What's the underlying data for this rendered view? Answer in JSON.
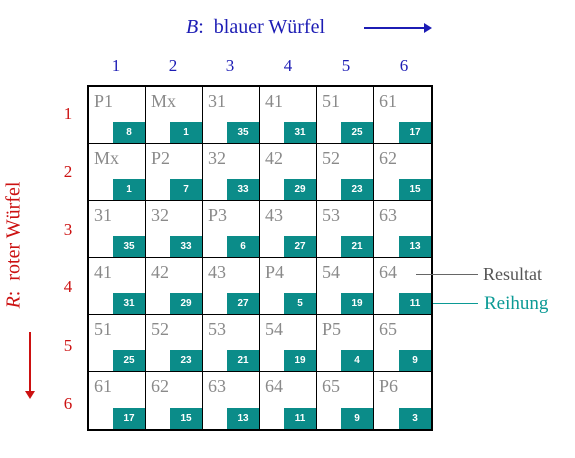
{
  "header": {
    "var": "B",
    "sep": ":",
    "text": "blauer Würfel"
  },
  "side": {
    "var": "R",
    "sep": ":",
    "text": "roter Würfel"
  },
  "column_numbers": [
    "1",
    "2",
    "3",
    "4",
    "5",
    "6"
  ],
  "row_numbers": [
    "1",
    "2",
    "3",
    "4",
    "5",
    "6"
  ],
  "grid": [
    [
      {
        "result": "P1",
        "rank": "8"
      },
      {
        "result": "Mx",
        "rank": "1"
      },
      {
        "result": "31",
        "rank": "35"
      },
      {
        "result": "41",
        "rank": "31"
      },
      {
        "result": "51",
        "rank": "25"
      },
      {
        "result": "61",
        "rank": "17"
      }
    ],
    [
      {
        "result": "Mx",
        "rank": "1"
      },
      {
        "result": "P2",
        "rank": "7"
      },
      {
        "result": "32",
        "rank": "33"
      },
      {
        "result": "42",
        "rank": "29"
      },
      {
        "result": "52",
        "rank": "23"
      },
      {
        "result": "62",
        "rank": "15"
      }
    ],
    [
      {
        "result": "31",
        "rank": "35"
      },
      {
        "result": "32",
        "rank": "33"
      },
      {
        "result": "P3",
        "rank": "6"
      },
      {
        "result": "43",
        "rank": "27"
      },
      {
        "result": "53",
        "rank": "21"
      },
      {
        "result": "63",
        "rank": "13"
      }
    ],
    [
      {
        "result": "41",
        "rank": "31"
      },
      {
        "result": "42",
        "rank": "29"
      },
      {
        "result": "43",
        "rank": "27"
      },
      {
        "result": "P4",
        "rank": "5"
      },
      {
        "result": "54",
        "rank": "19"
      },
      {
        "result": "64",
        "rank": "11"
      }
    ],
    [
      {
        "result": "51",
        "rank": "25"
      },
      {
        "result": "52",
        "rank": "23"
      },
      {
        "result": "53",
        "rank": "21"
      },
      {
        "result": "54",
        "rank": "19"
      },
      {
        "result": "P5",
        "rank": "4"
      },
      {
        "result": "65",
        "rank": "9"
      }
    ],
    [
      {
        "result": "61",
        "rank": "17"
      },
      {
        "result": "62",
        "rank": "15"
      },
      {
        "result": "63",
        "rank": "13"
      },
      {
        "result": "64",
        "rank": "11"
      },
      {
        "result": "65",
        "rank": "9"
      },
      {
        "result": "P6",
        "rank": "3"
      }
    ]
  ],
  "legend": {
    "result_label": "Resultat",
    "rank_label": "Reihung"
  },
  "colors": {
    "blue": "#1c1cb4",
    "red": "#cc1111",
    "teal": "#0b8c89",
    "grey_text": "#8a8a8a"
  }
}
